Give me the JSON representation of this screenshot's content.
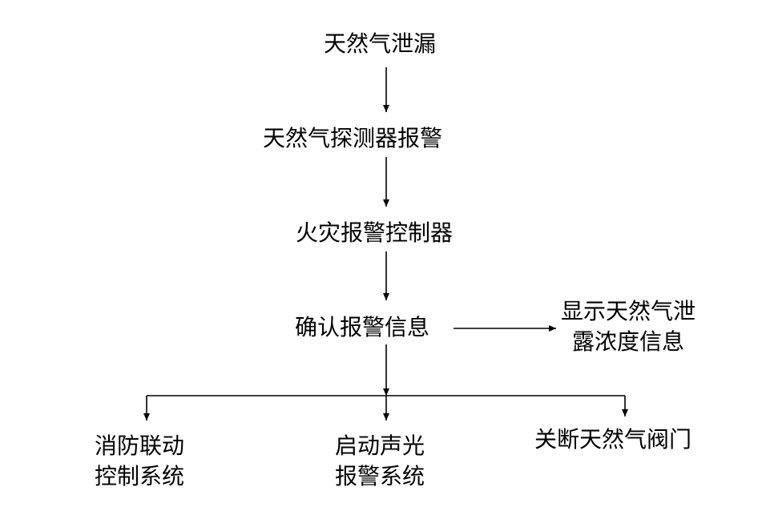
{
  "nodes": {
    "leak": "天然气泄漏",
    "detector": "天然气探测器报警",
    "controller": "火灾报警控制器",
    "confirm": "确认报警信息",
    "display": [
      "显示天然气泄",
      "露浓度信息"
    ],
    "fire_linkage": [
      "消防联动",
      "控制系统"
    ],
    "sound_light": [
      "启动声光",
      "报警系统"
    ],
    "shutoff": "关断天然气阀门"
  },
  "colors": {
    "line": "#000000",
    "text": "#000000",
    "background": "#ffffff"
  }
}
